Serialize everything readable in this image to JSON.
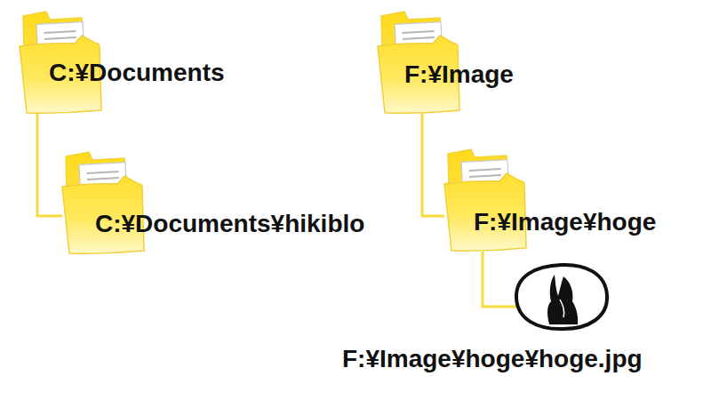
{
  "diagram": {
    "nodes": [
      {
        "text": [
          "C:¥Documents"
        ]
      },
      {
        "text": [
          "C:¥Documents¥hikiblo"
        ]
      },
      {
        "text": [
          "F:¥Image"
        ]
      },
      {
        "text": [
          "F:¥Image¥hoge"
        ]
      },
      {
        "text": [
          "F:¥Image¥hoge¥hoge.jpg"
        ]
      }
    ],
    "edges": [
      {
        "from": 0,
        "to": 1,
        "arrow": "none"
      },
      {
        "from": 2,
        "to": 3,
        "arrow": "none"
      },
      {
        "from": 3,
        "to": 4,
        "arrow": "none"
      }
    ]
  }
}
